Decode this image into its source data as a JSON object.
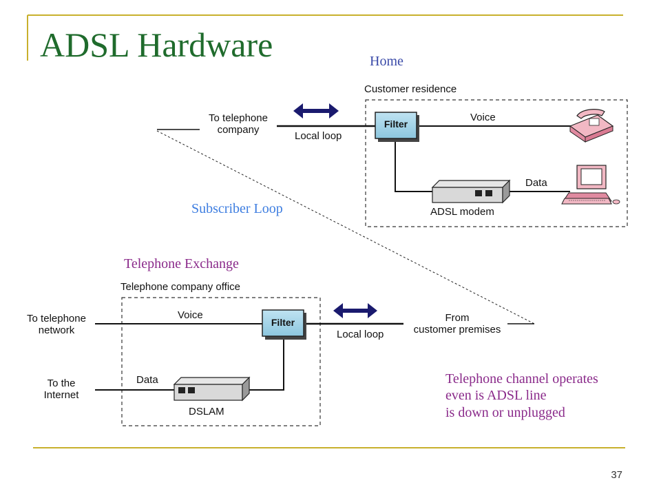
{
  "slide": {
    "title": "ADSL Hardware",
    "page_number": "37"
  },
  "annotations": {
    "home": "Home",
    "subscriber_loop": "Subscriber Loop",
    "telephone_exchange": "Telephone Exchange",
    "note_lines": [
      "Telephone channel operates",
      "even is ADSL line",
      "is down or unplugged"
    ]
  },
  "residence": {
    "box_label": "Customer residence",
    "to_company_line1": "To telephone",
    "to_company_line2": "company",
    "local_loop": "Local loop",
    "filter": "Filter",
    "voice": "Voice",
    "data": "Data",
    "modem": "ADSL modem"
  },
  "office": {
    "box_label": "Telephone company office",
    "to_network_line1": "To telephone",
    "to_network_line2": "network",
    "to_internet_line1": "To the",
    "to_internet_line2": "Internet",
    "voice": "Voice",
    "data": "Data",
    "filter": "Filter",
    "dslam": "DSLAM",
    "local_loop": "Local loop",
    "from_line1": "From",
    "from_line2": "customer premises"
  },
  "colors": {
    "title": "#1f6b2c",
    "accent_line": "#c8b02c",
    "home_label": "#3a4aa8",
    "subscriber_loop_label": "#3d7de0",
    "exchange_label": "#8a2a8a",
    "note_text": "#8a2a8a",
    "arrow": "#1a1a6e",
    "filter_fill": "#a9d8ec"
  }
}
